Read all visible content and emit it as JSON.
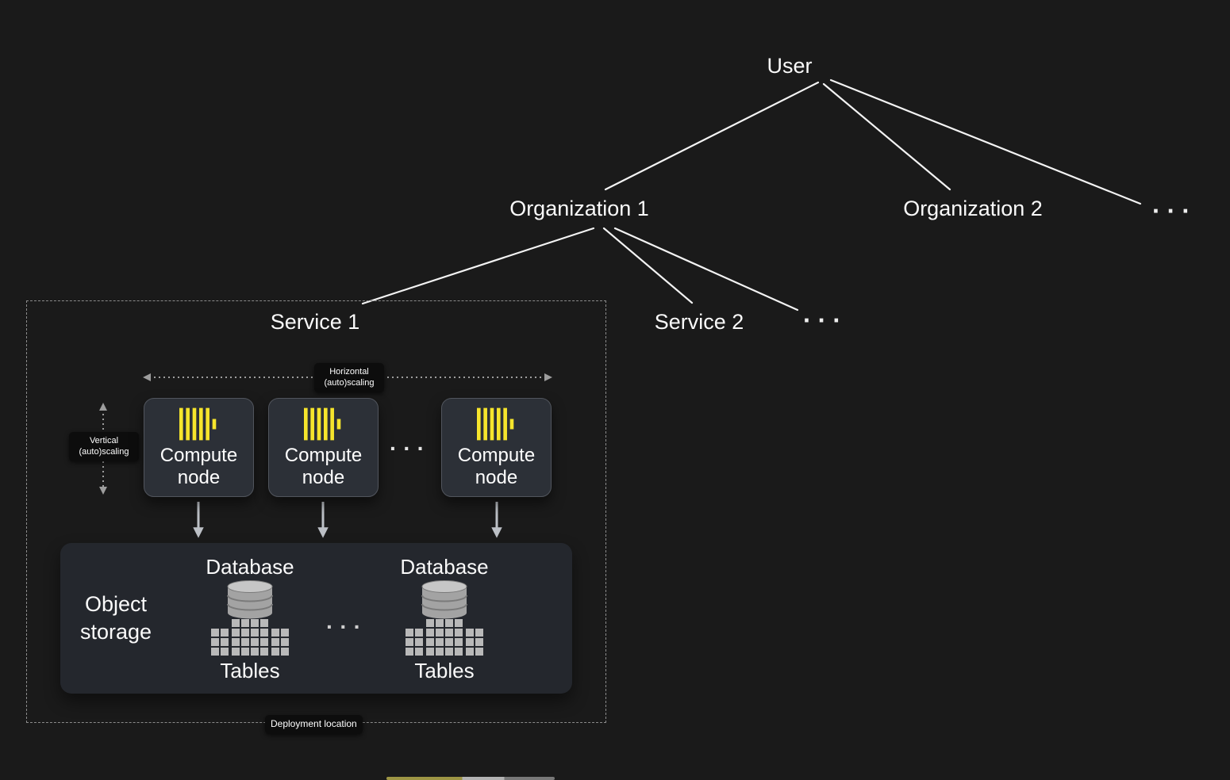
{
  "colors": {
    "background": "#1a1a1a",
    "accent_yellow": "#f6e52c",
    "node_bg": "#2c3037",
    "storage_bg": "#24272d",
    "tree_line": "#f3f3f3",
    "muted_line": "#9d9d9d"
  },
  "hierarchy": {
    "user": "User",
    "organizations": [
      "Organization 1",
      "Organization 2"
    ],
    "organizations_ellipsis": "···",
    "services": [
      "Service 1",
      "Service 2"
    ],
    "services_ellipsis": "···"
  },
  "service_detail": {
    "horizontal_scaling_label": "Horizontal (auto)scaling",
    "vertical_scaling_label": "Vertical (auto)scaling",
    "compute_nodes": [
      "Compute node",
      "Compute node",
      "Compute node"
    ],
    "compute_ellipsis": "···",
    "object_storage_label": "Object storage",
    "databases": [
      {
        "name": "Database",
        "tables_label": "Tables"
      },
      {
        "name": "Database",
        "tables_label": "Tables"
      }
    ],
    "storage_ellipsis": "···",
    "deployment_label": "Deployment location"
  }
}
